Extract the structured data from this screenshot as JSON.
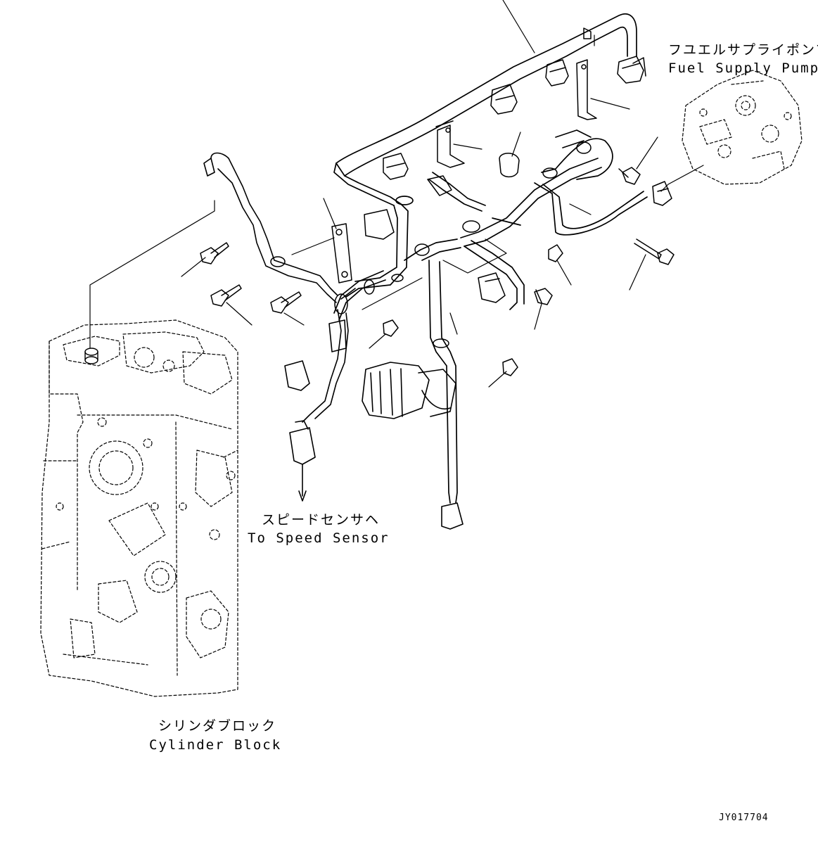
{
  "labels": {
    "fuel_pump_jp": "フユエルサプライポンプ",
    "fuel_pump_en": "Fuel Supply Pump",
    "speed_sensor_jp": "スピードセンサヘ",
    "speed_sensor_en": "To Speed Sensor",
    "cylinder_block_jp": "シリンダブロック",
    "cylinder_block_en": "Cylinder Block",
    "drawing_number": "JY017704"
  }
}
